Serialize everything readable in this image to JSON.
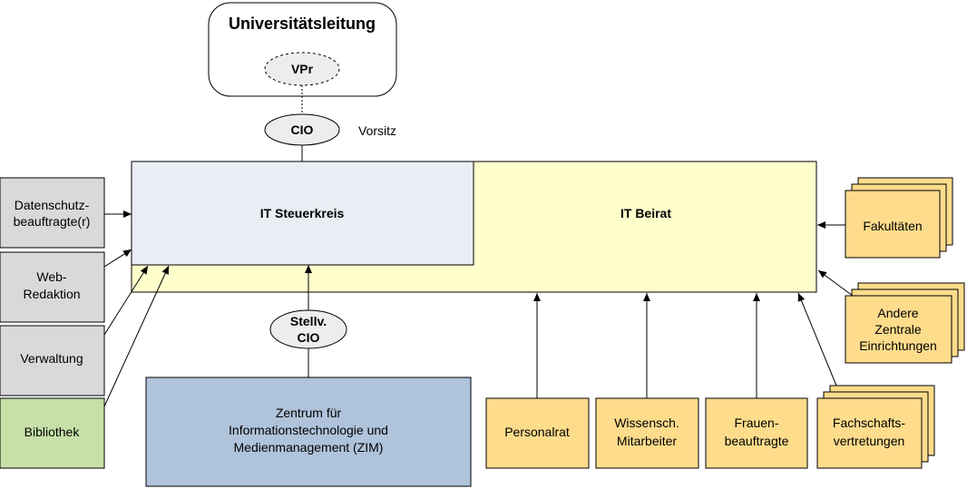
{
  "leadership": {
    "title": "Universitätsleitung",
    "vpr": "VPr"
  },
  "cio": {
    "label": "CIO",
    "note": "Vorsitz"
  },
  "steering": {
    "label": "IT Steuerkreis"
  },
  "advisory": {
    "label": "IT Beirat"
  },
  "deputy_cio": {
    "line1": "Stellv.",
    "line2": "CIO"
  },
  "zim": {
    "lines": [
      "Zentrum für",
      "Informationstechnologie und",
      "Medienmanagement (ZIM)"
    ]
  },
  "left_boxes": [
    {
      "lines": [
        "Datenschutz-",
        "beauftragte(r)"
      ]
    },
    {
      "lines": [
        "Web-",
        "Redaktion"
      ]
    },
    {
      "lines": [
        "Verwaltung"
      ]
    },
    {
      "lines": [
        "Bibliothek"
      ]
    }
  ],
  "right_boxes": [
    {
      "lines": [
        "Fakultäten"
      ]
    },
    {
      "lines": [
        "Andere",
        "Zentrale",
        "Einrichtungen"
      ]
    }
  ],
  "bottom_boxes": [
    {
      "lines": [
        "Personalrat"
      ]
    },
    {
      "lines": [
        "Wissensch.",
        "Mitarbeiter"
      ]
    },
    {
      "lines": [
        "Frauen-",
        "beauftragte"
      ]
    },
    {
      "lines": [
        "Fachschafts-",
        "vertretungen"
      ]
    }
  ],
  "colors": {
    "steering_fill": "#EAEEF4",
    "advisory_fill": "#FFFFCC",
    "gray_box": "#D9D9D9",
    "green_box": "#C6E0A8",
    "blue_box": "#AFC3DB",
    "orange_box": "#FDDC8C",
    "ellipse_fill": "#EDEDED"
  }
}
